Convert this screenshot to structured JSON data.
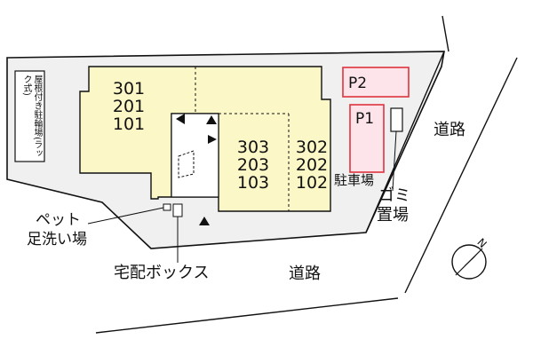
{
  "diagram": {
    "units_left": [
      "301",
      "201",
      "101"
    ],
    "units_middle": [
      "303",
      "203",
      "103"
    ],
    "units_right": [
      "302",
      "202",
      "102"
    ],
    "parking": {
      "p1": "P1",
      "p2": "P2",
      "label": "駐車場"
    },
    "garbage": {
      "line1": "ゴミ",
      "line2": "置場"
    },
    "bicycle_parking": "屋根付き駐輪場(ラック式)",
    "pet_wash": {
      "line1": "ペット",
      "line2": "足洗い場"
    },
    "delivery_box": "宅配ボックス",
    "road_right": "道路",
    "road_bottom": "道路",
    "compass_north": "N",
    "colors": {
      "building_fill": "#fbf7c6",
      "parking_fill": "#fde4ea",
      "parking_stroke": "#e0323c",
      "site_fill": "#f0f0f0",
      "line": "#111111"
    }
  }
}
